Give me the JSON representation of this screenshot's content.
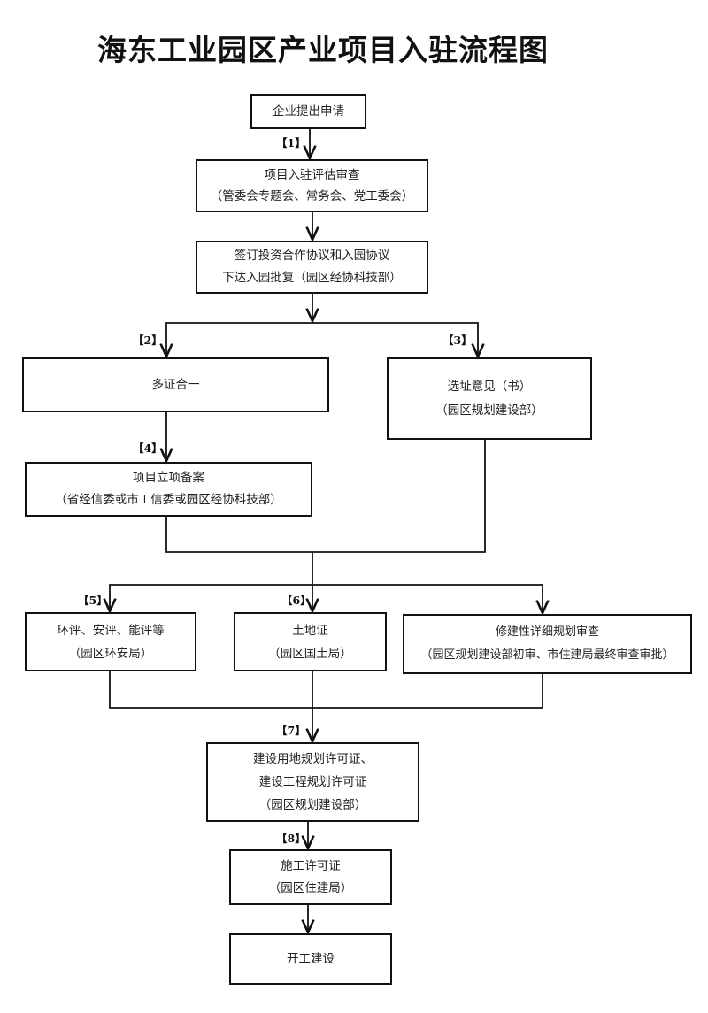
{
  "title": "海东工业园区产业项目入驻流程图",
  "steps": {
    "submit": {
      "lines": [
        "企业提出申请"
      ]
    },
    "evaluate": {
      "lines": [
        "项目入驻评估审查",
        "（管委会专题会、常务会、党工委会）"
      ]
    },
    "agreement": {
      "lines": [
        "签订投资合作协议和入园协议",
        "下达入园批复（园区经协科技部）"
      ]
    },
    "multi_cert": {
      "lines": [
        "多证合一"
      ]
    },
    "site_opinion": {
      "lines": [
        "选址意见（书）",
        "（园区规划建设部）"
      ]
    },
    "project_filing": {
      "lines": [
        "项目立项备案",
        "（省经信委或市工信委或园区经协科技部）"
      ]
    },
    "assessments": {
      "lines": [
        "环评、安评、能评等",
        "（园区环安局）"
      ]
    },
    "land_cert": {
      "lines": [
        "土地证",
        "（园区国土局）"
      ]
    },
    "detailed_plan": {
      "lines": [
        "修建性详细规划审查",
        "（园区规划建设部初审、市住建局最终审查审批）"
      ]
    },
    "planning_permits": {
      "lines": [
        "建设用地规划许可证、",
        "建设工程规划许可证",
        "（园区规划建设部）"
      ]
    },
    "construction_permit": {
      "lines": [
        "施工许可证",
        "（园区住建局）"
      ]
    },
    "start_construction": {
      "lines": [
        "开工建设"
      ]
    }
  },
  "step_labels": {
    "s1": "【1】",
    "s2": "【2】",
    "s3": "【3】",
    "s4": "【4】",
    "s5": "【5】",
    "s6": "【6】",
    "s7": "【7】",
    "s8": "【8】"
  }
}
